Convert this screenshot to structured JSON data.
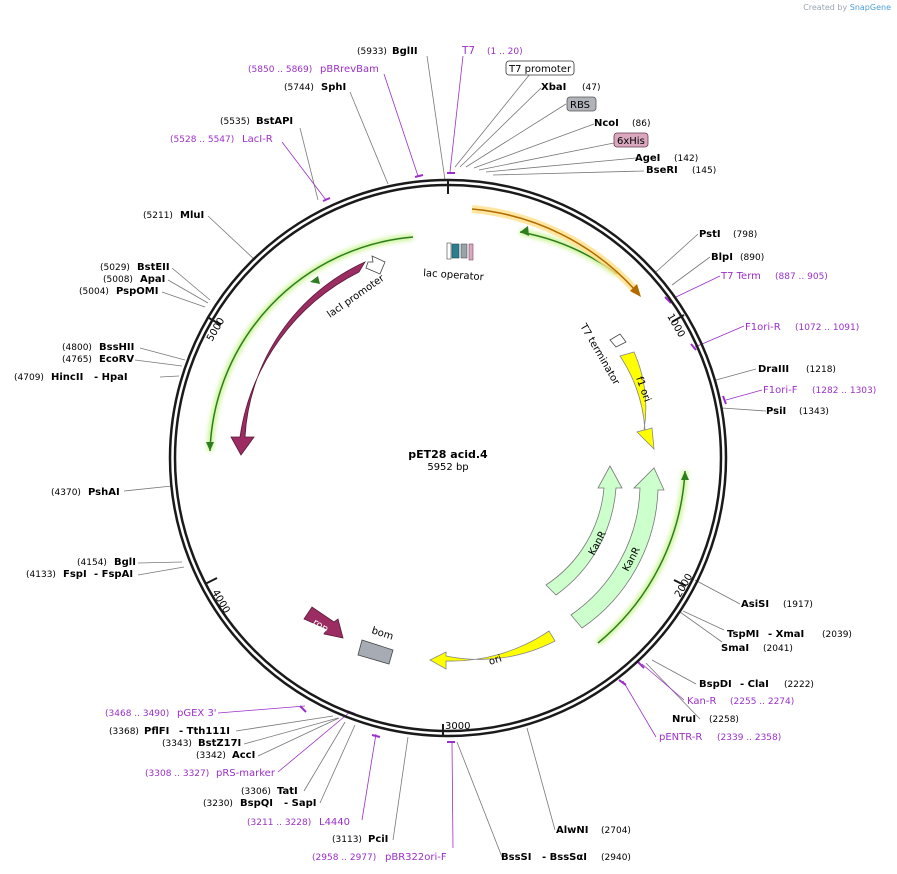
{
  "credit": {
    "prefix": "Created by",
    "brand": "SnapGene"
  },
  "plasmid": {
    "name": "pET28 acid.4",
    "length": "5952 bp"
  },
  "scale": [
    "1000",
    "2000",
    "3000",
    "4000",
    "5000"
  ],
  "features": {
    "lac_operator": "lac operator",
    "laci_promoter": "lacI promoter",
    "laci": "lacI",
    "t7_terminator": "T7 terminator",
    "f1_ori": "f1 ori",
    "kanr1": "KanR",
    "kanr2": "KanR",
    "ori": "ori",
    "rop": "rop",
    "bom": "bom"
  },
  "boxed": {
    "t7_promoter": "T7 promoter",
    "rbs": "RBS",
    "his": "6xHis"
  },
  "sites": {
    "bglII": {
      "pos": "(5933)",
      "name": "BglII"
    },
    "sphI": {
      "pos": "(5744)",
      "name": "SphI"
    },
    "bstAPI": {
      "pos": "(5535)",
      "name": "BstAPI"
    },
    "mluI": {
      "pos": "(5211)",
      "name": "MluI"
    },
    "bstEII": {
      "pos": "(5029)",
      "name": "BstEII"
    },
    "apaI": {
      "pos": "(5008)",
      "name": "ApaI"
    },
    "pspOMI": {
      "pos": "(5004)",
      "name": "PspOMI"
    },
    "bssHII": {
      "pos": "(4800)",
      "name": "BssHII"
    },
    "ecoRV": {
      "pos": "(4765)",
      "name": "EcoRV"
    },
    "hincII": {
      "pos": "(4709)",
      "name": "HincII",
      "alt": "- HpaI"
    },
    "pshAI": {
      "pos": "(4370)",
      "name": "PshAI"
    },
    "bglI": {
      "pos": "(4154)",
      "name": "BglI"
    },
    "fspI": {
      "pos": "(4133)",
      "name": "FspI",
      "alt": "- FspAI"
    },
    "pflFI": {
      "pos": "(3368)",
      "name": "PflFI",
      "alt": "- Tth111I"
    },
    "bstZ17I": {
      "pos": "(3343)",
      "name": "BstZ17I"
    },
    "accI": {
      "pos": "(3342)",
      "name": "AccI"
    },
    "tatI": {
      "pos": "(3306)",
      "name": "TatI"
    },
    "bspQI": {
      "pos": "(3230)",
      "name": "BspQI",
      "alt": "- SapI"
    },
    "pciI": {
      "pos": "(3113)",
      "name": "PciI"
    },
    "bssSI": {
      "pos": "(2940)",
      "name": "BssSI",
      "alt": "- BssSαI"
    },
    "alwNI": {
      "pos": "(2704)",
      "name": "AlwNI"
    },
    "nruI": {
      "pos": "(2258)",
      "name": "NruI"
    },
    "bspDI": {
      "pos": "(2222)",
      "name": "BspDI",
      "alt": "- ClaI"
    },
    "smaI": {
      "pos": "(2041)",
      "name": "SmaI"
    },
    "tspMI": {
      "pos": "(2039)",
      "name": "TspMI",
      "alt": "- XmaI"
    },
    "asiSI": {
      "pos": "(1917)",
      "name": "AsiSI"
    },
    "psiI": {
      "pos": "(1343)",
      "name": "PsiI"
    },
    "draIII": {
      "pos": "(1218)",
      "name": "DraIII"
    },
    "blpI": {
      "pos": "(890)",
      "name": "BlpI"
    },
    "pstI": {
      "pos": "(798)",
      "name": "PstI"
    },
    "bseRI": {
      "pos": "(145)",
      "name": "BseRI"
    },
    "ageI": {
      "pos": "(142)",
      "name": "AgeI"
    },
    "ncoI": {
      "pos": "(86)",
      "name": "NcoI"
    },
    "xbaI": {
      "pos": "(47)",
      "name": "XbaI"
    }
  },
  "primers": {
    "t7": {
      "name": "T7",
      "range": "(1 .. 20)"
    },
    "pbrrevbam": {
      "name": "pBRrevBam",
      "range": "(5850 .. 5869)"
    },
    "laciR": {
      "name": "LacI-R",
      "range": "(5528 .. 5547)"
    },
    "t7term": {
      "name": "T7 Term",
      "range": "(887 .. 905)"
    },
    "f1oriR": {
      "name": "F1ori-R",
      "range": "(1072 .. 1091)"
    },
    "f1oriF": {
      "name": "F1ori-F",
      "range": "(1282 .. 1303)"
    },
    "kanR": {
      "name": "Kan-R",
      "range": "(2255 .. 2274)"
    },
    "pentrR": {
      "name": "pENTR-R",
      "range": "(2339 .. 2358)"
    },
    "pbr322": {
      "name": "pBR322ori-F",
      "range": "(2958 .. 2977)"
    },
    "l4440": {
      "name": "L4440",
      "range": "(3211 .. 3228)"
    },
    "prsmarker": {
      "name": "pRS-marker",
      "range": "(3308 .. 3327)"
    },
    "pgex3": {
      "name": "pGEX 3'",
      "range": "(3468 .. 3490)"
    }
  },
  "colors": {
    "backbone": "#1a1a1a",
    "primer": "#9b30c8",
    "laci": "#9c2d62",
    "f1ori": "#ffff00",
    "kanr": "#ccffcc",
    "tag": "#f5a623",
    "green_line": "#2e7d1f"
  }
}
